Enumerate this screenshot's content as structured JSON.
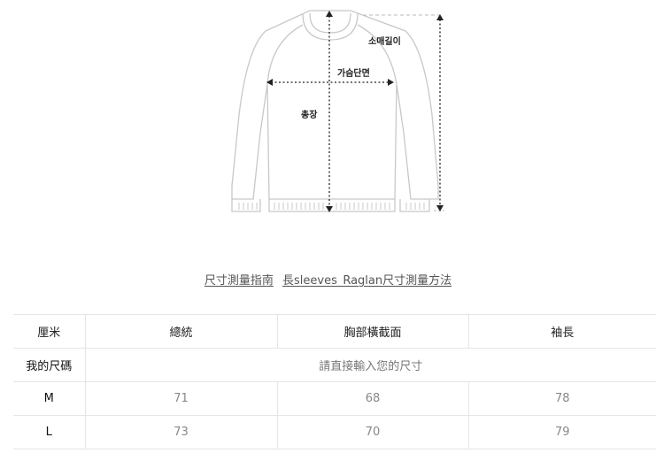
{
  "illustration": {
    "labels": {
      "sleeve_length": "소매길이",
      "chest_width": "가슴단면",
      "total_length": "총장"
    }
  },
  "guide_links": [
    {
      "label": "尺寸測量指南"
    },
    {
      "label": "長sleeves_Raglan尺寸測量方法"
    }
  ],
  "size_table": {
    "headers": [
      "厘米",
      "總統",
      "胸部橫截面",
      "袖長"
    ],
    "my_size": {
      "label": "我的尺碼",
      "placeholder": "請直接輸入您的尺寸"
    },
    "rows": [
      {
        "size": "M",
        "values": [
          "71",
          "68",
          "78"
        ]
      },
      {
        "size": "L",
        "values": [
          "73",
          "70",
          "79"
        ]
      }
    ]
  },
  "colors": {
    "border": "#e5e5e5",
    "outline": "#c8c8c8",
    "value_text": "#888888"
  }
}
